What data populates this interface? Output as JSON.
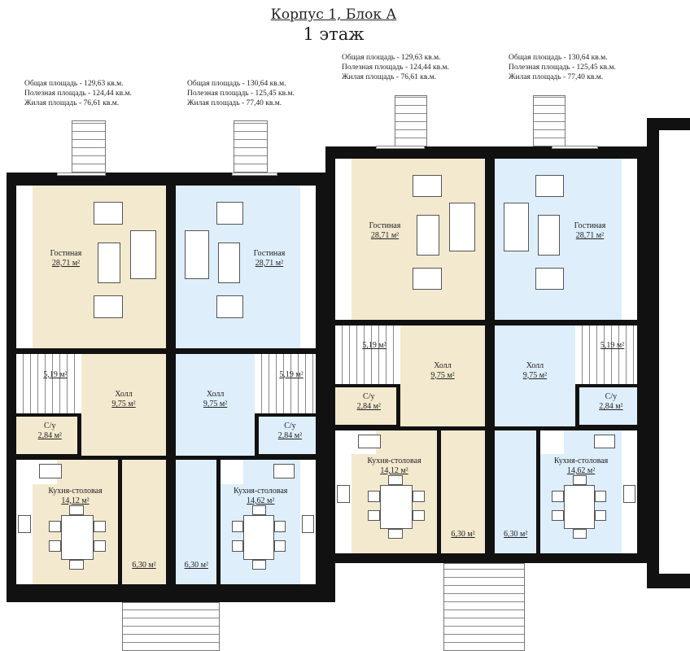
{
  "header": {
    "title": "Корпус 1, Блок А",
    "floor": "1 этаж"
  },
  "units": [
    {
      "id": "a",
      "stats": {
        "total": "Общая площадь - 129,63 кв.м.",
        "useful": "Полезная площадь - 124,44 кв.м.",
        "living": "Жилая площадь - 76,61 кв.м."
      },
      "rooms": {
        "living": {
          "name": "Гостиная",
          "area": "28,71 м²"
        },
        "stairs": {
          "area": "5,19 м²"
        },
        "hall": {
          "name": "Холл",
          "area": "9,75 м²"
        },
        "wc": {
          "name": "С/у",
          "area": "2,84 м²"
        },
        "kitchen": {
          "name": "Кухня-столовая",
          "area": "14,12 м²"
        },
        "storage": {
          "area": "6,30 м²"
        }
      }
    },
    {
      "id": "b",
      "stats": {
        "total": "Общая площадь - 130,64 кв.м.",
        "useful": "Полезная площадь - 125,45 кв.м.",
        "living": "Жилая площадь - 77,40 кв.м."
      },
      "rooms": {
        "living": {
          "name": "Гостиная",
          "area": "28,71 м²"
        },
        "stairs": {
          "area": "5,19 м²"
        },
        "hall": {
          "name": "Холл",
          "area": "9,75 м²"
        },
        "wc": {
          "name": "С/у",
          "area": "2,84 м²"
        },
        "kitchen": {
          "name": "Кухня-столовая",
          "area": "14,62 м²"
        },
        "storage": {
          "area": "6,30 м²"
        }
      }
    },
    {
      "id": "c",
      "stats": {
        "total": "Общая площадь - 129,63 кв.м.",
        "useful": "Полезная площадь - 124,44 кв.м.",
        "living": "Жилая площадь - 76,61 кв.м."
      },
      "rooms": {
        "living": {
          "name": "Гостиная",
          "area": "28,71 м²"
        },
        "stairs": {
          "area": "5,19 м²"
        },
        "hall": {
          "name": "Холл",
          "area": "9,75 м²"
        },
        "wc": {
          "name": "С/у",
          "area": "2,84 м²"
        },
        "kitchen": {
          "name": "Кухня-столовая",
          "area": "14,12 м²"
        },
        "storage": {
          "area": "6,30 м²"
        }
      }
    },
    {
      "id": "d",
      "stats": {
        "total": "Общая площадь - 130,64 кв.м.",
        "useful": "Полезная площадь - 125,45 кв.м.",
        "living": "Жилая площадь - 77,40 кв.м."
      },
      "rooms": {
        "living": {
          "name": "Гостиная",
          "area": "28,71 м²"
        },
        "stairs": {
          "area": "5,19 м²"
        },
        "hall": {
          "name": "Холл",
          "area": "9,75 м²"
        },
        "wc": {
          "name": "С/у",
          "area": "2,84 м²"
        },
        "kitchen": {
          "name": "Кухня-столовая",
          "area": "14,62 м²"
        },
        "storage": {
          "area": "6,30 м²"
        }
      }
    }
  ],
  "colors": {
    "beige": "#f3e9cf",
    "blue": "#deeefb",
    "wall": "#111111"
  }
}
